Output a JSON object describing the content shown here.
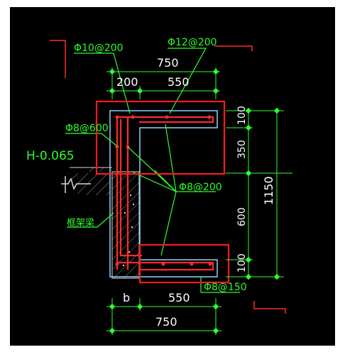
{
  "drawing": {
    "background": "#000000",
    "colors": {
      "dimension": "#2dff2d",
      "rebar": "#ff2a2a",
      "concrete_outline": "#8fd0ff",
      "cutline": "#ff2a2a",
      "highlight_box": "#ff1a1a",
      "text_white": "#ffffff",
      "hatch": "#bdbdbd"
    },
    "labels": {
      "rebar_top_left": "Φ10@200",
      "rebar_top_right": "Φ12@200",
      "rebar_left_stirrup": "Φ8@600",
      "rebar_distribution": "Φ8@200",
      "rebar_bottom": "Φ8@150",
      "elevation": "H-0.065",
      "frame_beam": "框架梁"
    },
    "dims": {
      "top_total": "750",
      "top_left": "200",
      "top_right": "550",
      "bottom_left": "b",
      "bottom_right": "550",
      "bottom_total": "750",
      "right_1": "100",
      "right_2": "350",
      "right_3": "600",
      "right_4": "100",
      "right_total": "1150"
    }
  }
}
